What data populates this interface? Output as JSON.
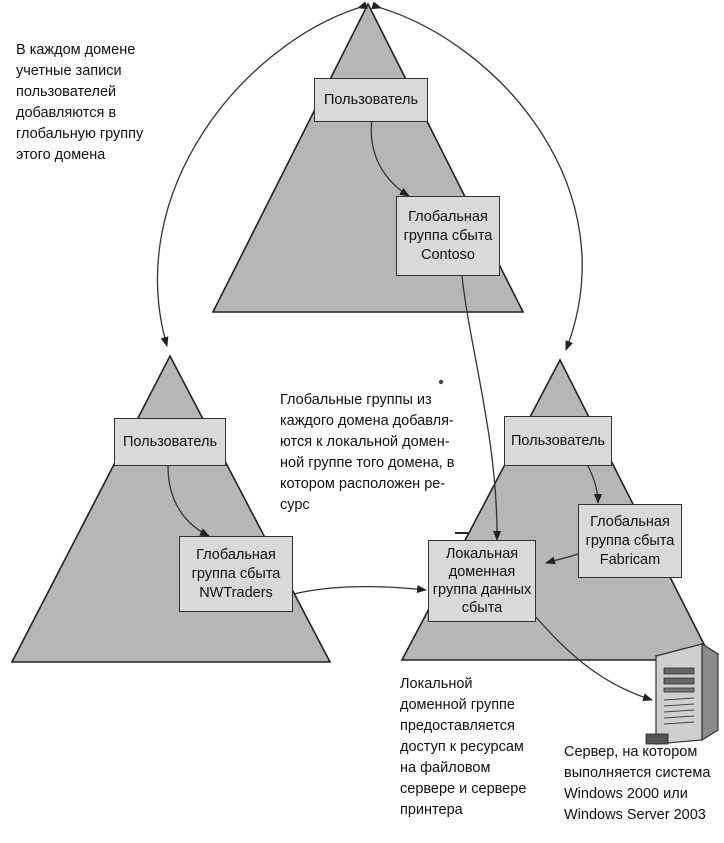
{
  "domains": {
    "contoso": {
      "user_label": "Пользователь",
      "global_group": "Глобальная\nгруппа сбыта\nContoso"
    },
    "nwtraders": {
      "user_label": "Пользователь",
      "global_group": "Глобальная\nгруппа сбыта\nNWTraders"
    },
    "fabricam": {
      "user_label": "Пользователь",
      "global_group": "Глобальная\nгруппа сбыта\nFabricam",
      "local_group": "Локальная\nдоменная\nгруппа данных\nсбыта"
    }
  },
  "notes": {
    "top_left": "В каждом домене\nучетные записи\nпользователей\nдобавляются в\nглобальную группу\nэтого домена",
    "center": "Глобальные группы из\nкаждого домена добавля-\nются к локальной домен-\nной группе того домена, в\nкотором расположен ре-\nсурс",
    "bottom_middle": "Локальной\nдоменной группе\nпредоставляется\nдоступ к ресурсам\nна файловом\nсервере и сервере\nпринтера",
    "bottom_right": "Сервер, на котором\nвыполняется система\nWindows 2000 или\nWindows Server 2003"
  },
  "icons": {
    "server": "server-icon"
  }
}
